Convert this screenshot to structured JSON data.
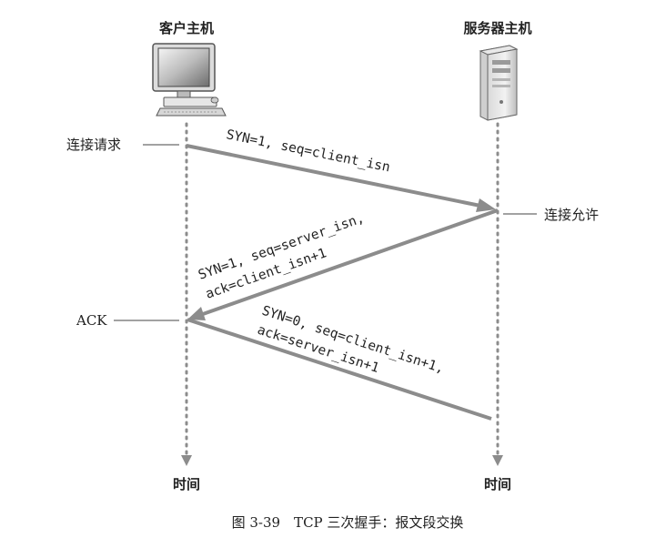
{
  "hosts": {
    "client_label": "客户主机",
    "server_label": "服务器主机"
  },
  "events": {
    "connect_request": "连接请求",
    "connect_granted": "连接允许",
    "ack": "ACK"
  },
  "messages": [
    {
      "lines": [
        "SYN=1, seq=client_isn"
      ]
    },
    {
      "lines": [
        "SYN=1, seq=server_isn,",
        "ack=client_isn+1"
      ]
    },
    {
      "lines": [
        "SYN=0, seq=client_isn+1,",
        "ack=server_isn+1"
      ]
    }
  ],
  "time_labels": {
    "client": "时间",
    "server": "时间"
  },
  "caption": "图 3-39　TCP 三次握手：报文段交换",
  "colors": {
    "arrow": "#8c8c8c",
    "timeline": "#8c8c8c",
    "text": "#222222"
  },
  "icons": {
    "client": "desktop-computer-icon",
    "server": "server-tower-icon"
  }
}
